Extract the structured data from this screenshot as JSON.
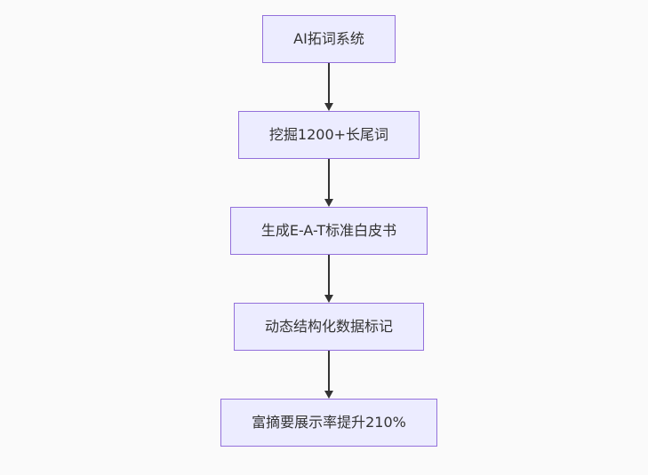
{
  "diagram": {
    "type": "flowchart-top-down",
    "nodes": [
      {
        "label": "AI拓词系统"
      },
      {
        "label": "挖掘1200+长尾词"
      },
      {
        "label": "生成E-A-T标准白皮书"
      },
      {
        "label": "动态结构化数据标记"
      },
      {
        "label": "富摘要展示率提升210%"
      }
    ],
    "connections": [
      {
        "from": 0,
        "to": 1
      },
      {
        "from": 1,
        "to": 2
      },
      {
        "from": 2,
        "to": 3
      },
      {
        "from": 3,
        "to": 4
      }
    ],
    "colors": {
      "background": "#fafafa",
      "node_fill": "#ececff",
      "node_border": "#9370db",
      "node_text": "#333333",
      "arrow": "#333333"
    }
  }
}
